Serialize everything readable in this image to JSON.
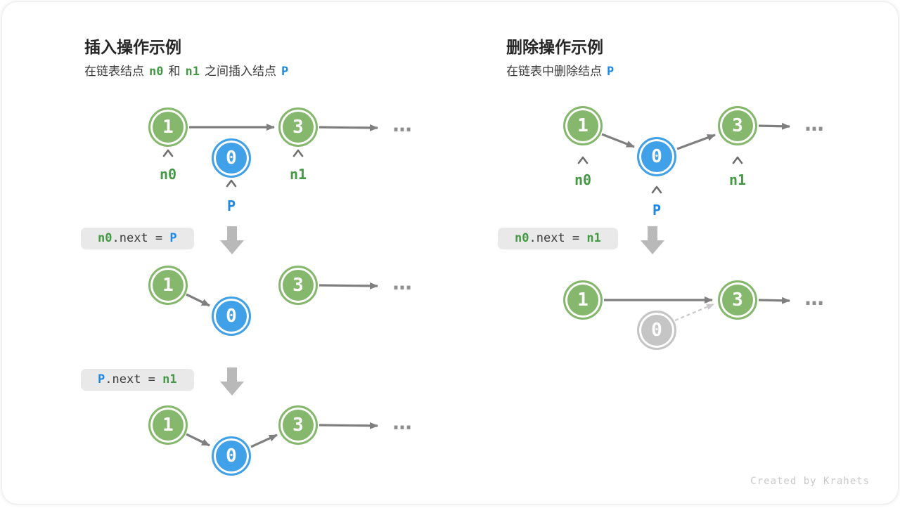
{
  "ellipsis": "...",
  "watermark": "Created by Krahets",
  "colors": {
    "green_node": "#85b86d",
    "blue_node": "#41a1e8",
    "gray_node": "#c5c5c5",
    "green_text": "#449944",
    "blue_text": "#1e88e5",
    "arrow": "#7f7f7f",
    "dashed_arrow": "#c9c9c9",
    "code_bg": "#e9e9e9",
    "block_arrow": "#b9b9b9"
  },
  "insert": {
    "title": "插入操作示例",
    "subtitle": {
      "part1": "在链表结点",
      "n0": "n0",
      "part2": "和",
      "n1": "n1",
      "part3": "之间插入结点",
      "p": "P"
    },
    "code_step1": {
      "lhs": "n0",
      "mid": ".next = ",
      "rhs": "P"
    },
    "code_step2": {
      "lhs": "P",
      "mid": ".next = ",
      "rhs": "n1"
    },
    "labels": {
      "n0": "n0",
      "n1": "n1",
      "p": "P"
    },
    "node_values": {
      "first": "1",
      "third": "3",
      "inserted": "0"
    }
  },
  "delete": {
    "title": "删除操作示例",
    "subtitle": {
      "part1": "在链表中删除结点",
      "p": "P"
    },
    "code_step1": {
      "lhs": "n0",
      "mid": ".next = ",
      "rhs": "n1"
    },
    "labels": {
      "n0": "n0",
      "n1": "n1",
      "p": "P"
    },
    "node_values": {
      "first": "1",
      "third": "3",
      "deleted": "0"
    }
  }
}
